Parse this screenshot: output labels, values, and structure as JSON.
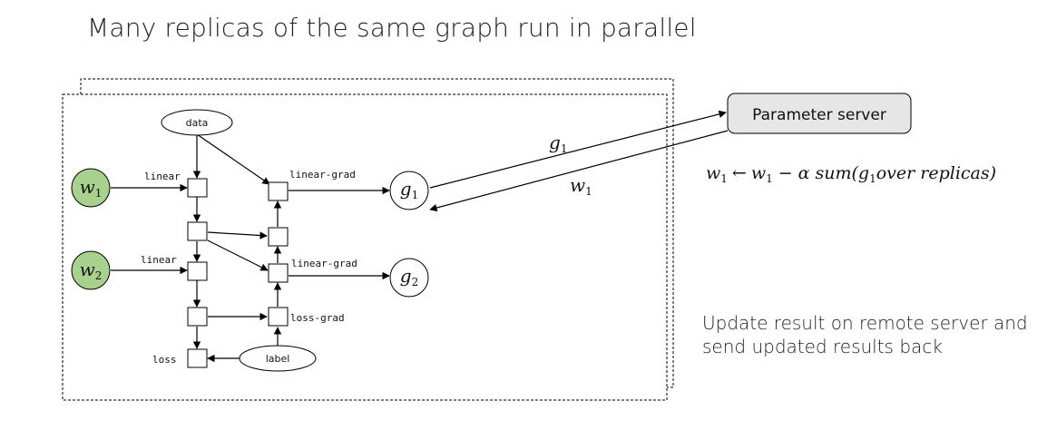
{
  "title": "Many replicas of the same graph run in parallel",
  "nodes": {
    "data": "data",
    "label": "label",
    "w1": {
      "base": "w",
      "sub": "1"
    },
    "w2": {
      "base": "w",
      "sub": "2"
    },
    "g1": {
      "base": "g",
      "sub": "1"
    },
    "g2": {
      "base": "g",
      "sub": "2"
    }
  },
  "op_labels": {
    "linear_1": "linear",
    "linear_2": "linear",
    "loss": "loss",
    "linear_grad_1": "linear-grad",
    "linear_grad_2": "linear-grad",
    "loss_grad": "loss-grad"
  },
  "server": {
    "label": "Parameter server"
  },
  "edge_labels": {
    "to_server": {
      "base": "g",
      "sub": "1"
    },
    "from_server": {
      "base": "w",
      "sub": "1"
    }
  },
  "update_rule": {
    "lhs_base": "w",
    "lhs_sub": "1",
    "arrow": "←",
    "rhs_w_base": "w",
    "rhs_w_sub": "1",
    "minus": "−",
    "alpha": "α",
    "sum_open": "sum(",
    "g_base": "g",
    "g_sub": "1",
    "tail": "over replicas)"
  },
  "note": {
    "line1": "Update result on remote server and",
    "line2": "send updated results back"
  },
  "colors": {
    "weight_node_fill": "#a9d18e",
    "server_fill": "#e6e6e6"
  }
}
